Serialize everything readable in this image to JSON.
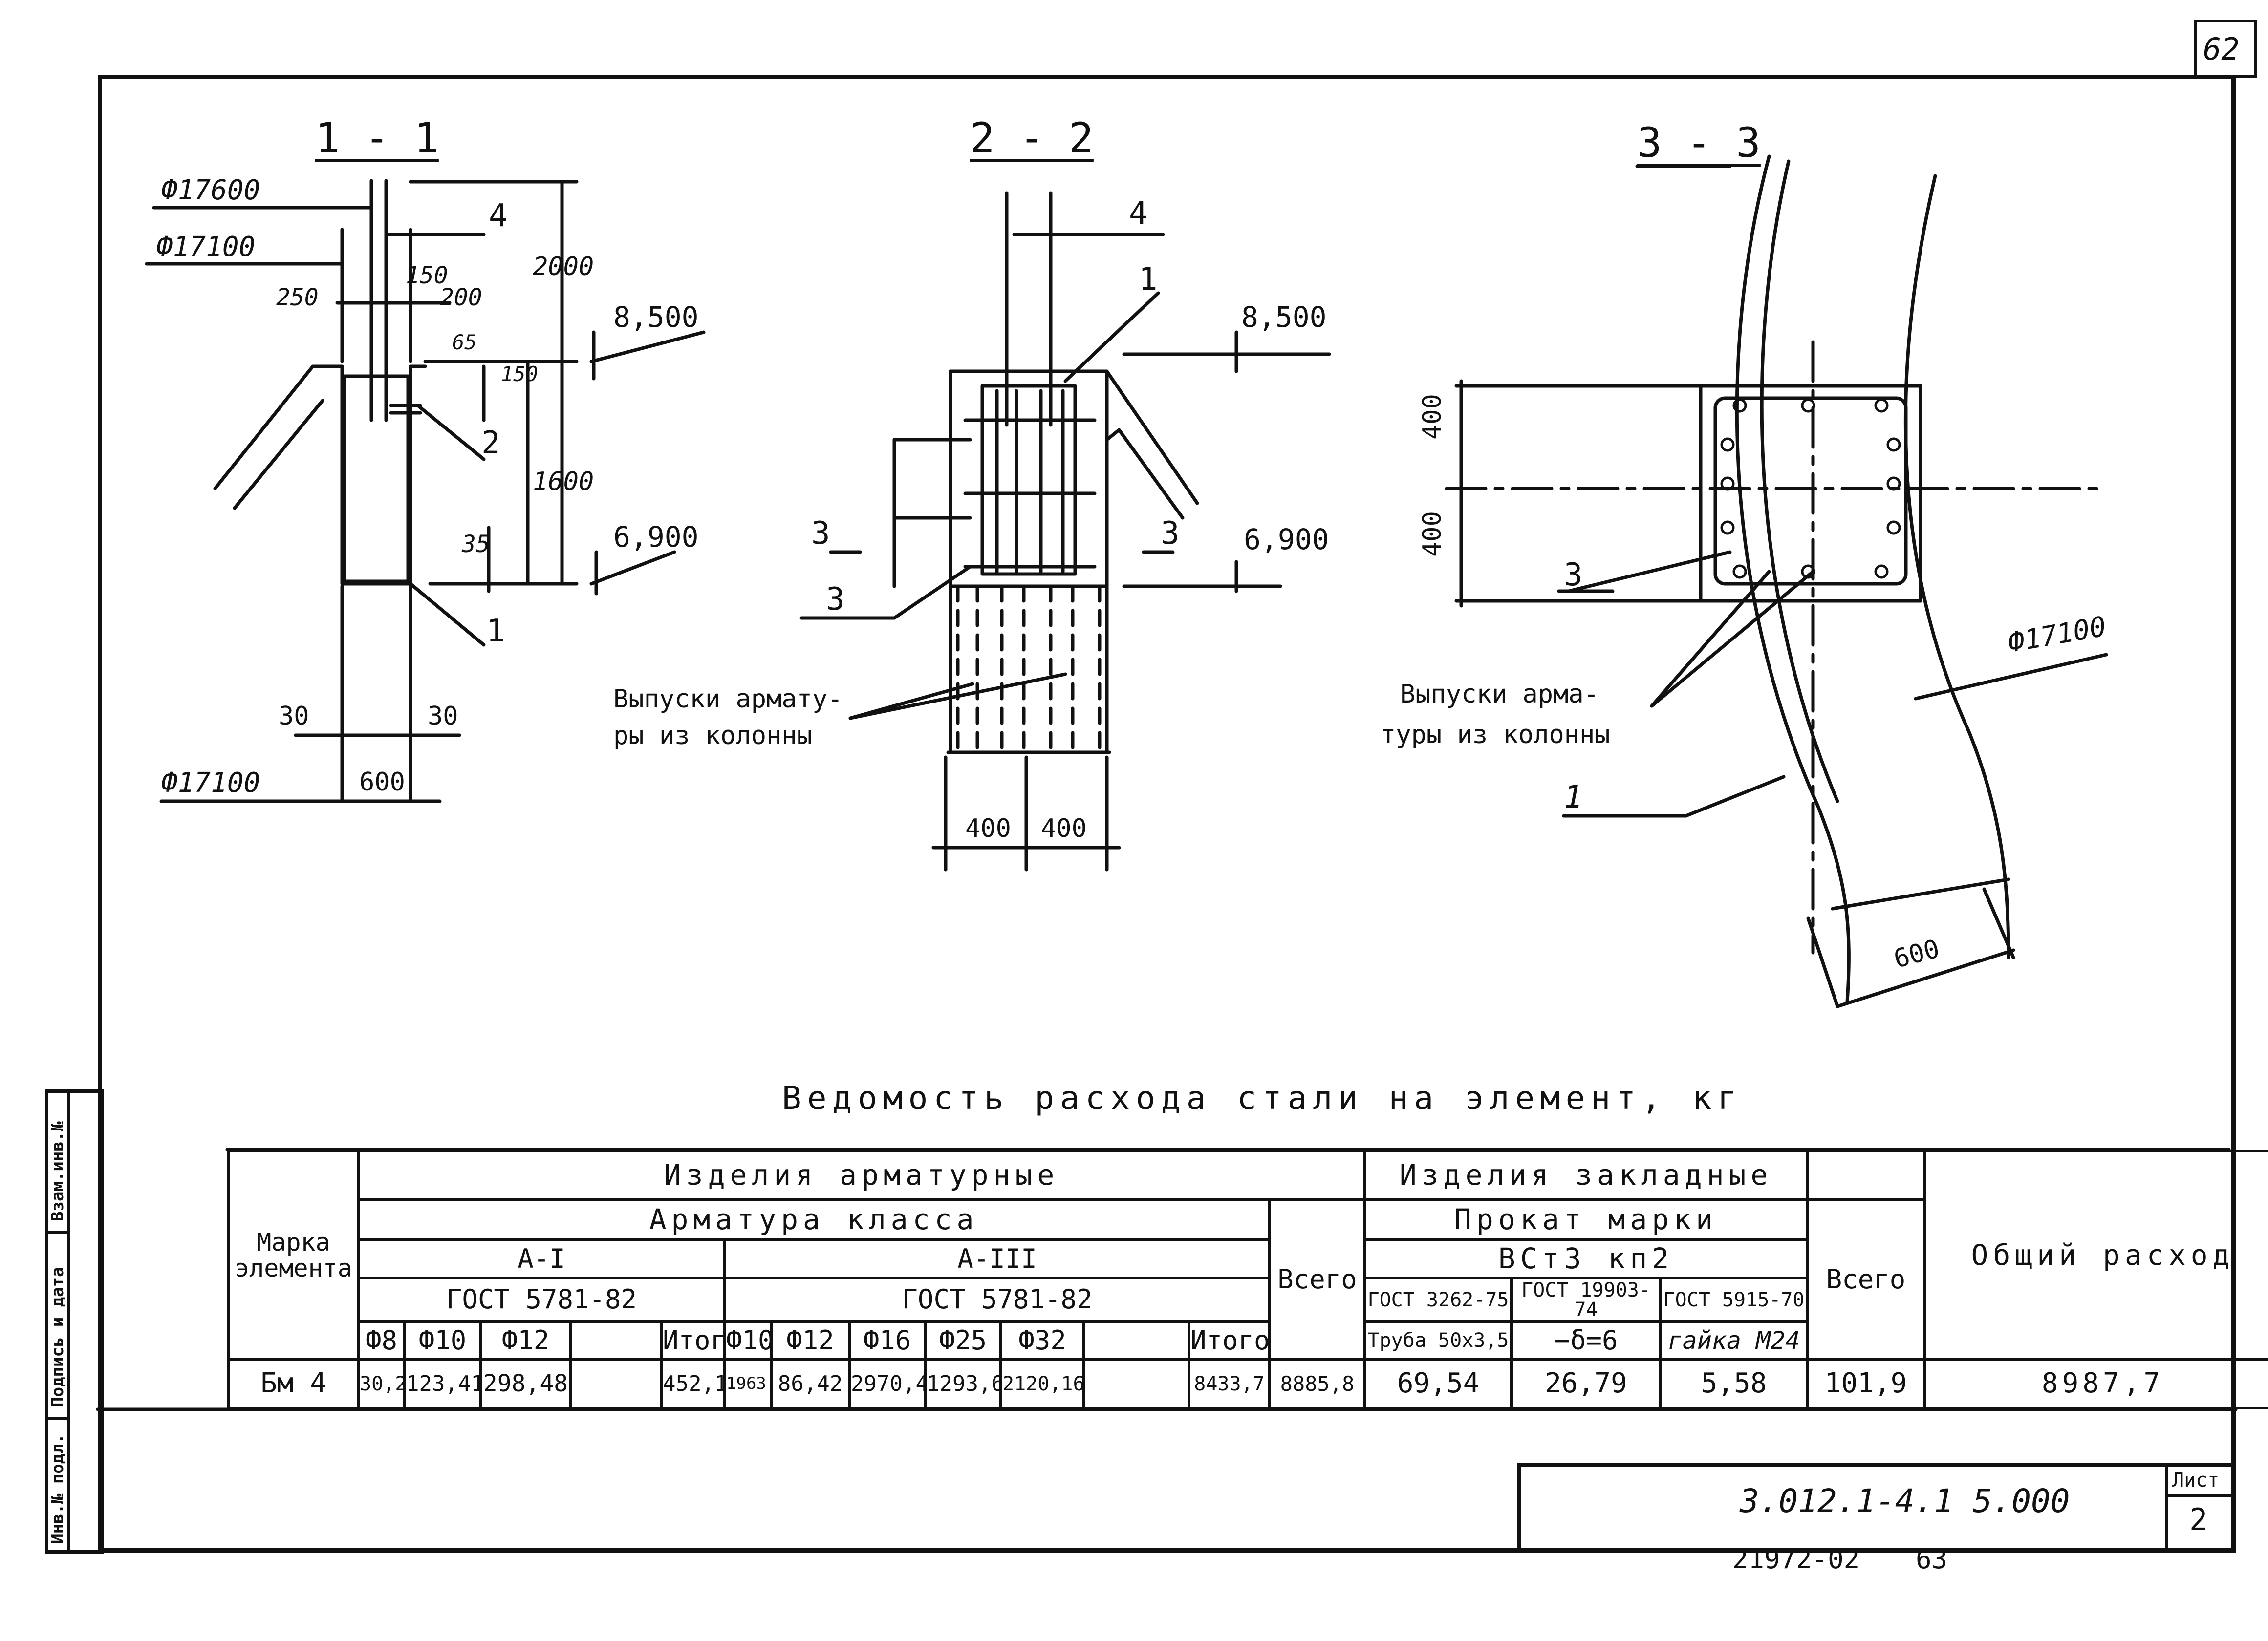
{
  "page_number": "62",
  "sections": [
    {
      "title": "1 - 1"
    },
    {
      "title": "2 - 2"
    },
    {
      "title": "3 - 3"
    }
  ],
  "drawing_labels": {
    "d17600": "Ф17600",
    "d17100_a": "Ф17100",
    "d17100_b": "Ф17100",
    "d17100_c": "Ф17100",
    "dim_250": "250",
    "dim_150": "150",
    "dim_200": "200",
    "dim_65": "65",
    "dim_150v": "150",
    "dim_2000": "2000",
    "dim_1600": "1600",
    "dim_35": "35",
    "dim_30a": "30",
    "dim_30b": "30",
    "dim_600a": "600",
    "dim_400a": "400",
    "dim_400b": "400",
    "dim_400c": "400",
    "dim_400d": "400",
    "dim_600b": "600",
    "elev_8500a": "8,500",
    "elev_6900a": "6,900",
    "elev_8500b": "8,500",
    "elev_6900b": "6,900",
    "pos_4a": "4",
    "pos_2": "2",
    "pos_1a": "1",
    "pos_4b": "4",
    "pos_1b": "1",
    "pos_3a": "3",
    "pos_3b": "3",
    "pos_3c": "3",
    "pos_3d": "3",
    "pos_1c": "1",
    "note_outlets_1a": "Выпуски арматy-",
    "note_outlets_1b": "ры из колонны",
    "note_outlets_2a": "Выпуски арма-",
    "note_outlets_2b": "туры из колонны"
  },
  "spec_table": {
    "caption": "Ведомость расхода стали на элемент, кг",
    "h_group1": "Изделия арматурные",
    "h_group2": "Изделия закладные",
    "h_rebar_class": "Арматура класса",
    "h_rolled": "Прокат марки",
    "h_class1": "А-I",
    "h_class3": "А-III",
    "h_gost1": "ГОСТ 5781-82",
    "h_gost3": "ГОСТ 5781-82",
    "h_steel": "ВСт3 кп2",
    "h_gost_a": "ГОСТ 3262-75",
    "h_gost_b": "ГОСТ 19903-74",
    "h_gost_c": "ГОСТ 5915-70",
    "h_mark": "Марка элемента",
    "h_total1": "Всего",
    "h_total2": "Всего",
    "h_overall": "Общий расход",
    "c1": [
      "Ф8",
      "Ф10",
      "Ф12",
      "",
      "Итого"
    ],
    "c3": [
      "Ф10",
      "Ф12",
      "Ф16",
      "Ф25",
      "Ф32",
      "",
      "Итого"
    ],
    "emb": [
      "Труба 50х3,5",
      "−δ=6",
      "гайка М24"
    ],
    "row": {
      "mark": "Бм 4",
      "a1": [
        "30,24",
        "123,41",
        "298,48",
        "",
        "452,13"
      ],
      "a3": [
        "1963,08",
        "86,42",
        "2970,4",
        "1293,6",
        "2120,16",
        "",
        "8433,7"
      ],
      "total1": "8885,8",
      "emb": [
        "69,54",
        "26,79",
        "5,58"
      ],
      "total2": "101,9",
      "overall": "8987,7"
    }
  },
  "side_stamp": [
    "Взам.инв.№",
    "Подпись и дата",
    "Инв.№ подл."
  ],
  "title_block": {
    "doc_code": "3.012.1-4.1 5.000",
    "sheet_label": "Лист",
    "sheet_no": "2",
    "order_no": "21972-02",
    "order_page": "63"
  }
}
